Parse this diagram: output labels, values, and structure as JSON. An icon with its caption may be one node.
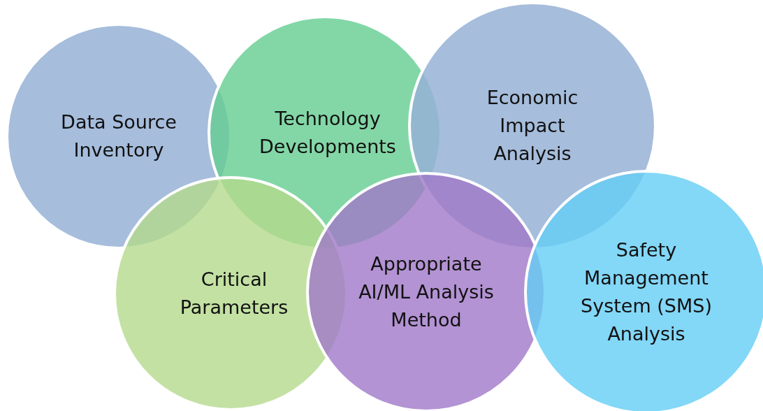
{
  "diagram": {
    "nodes": [
      {
        "text": [
          "Data Source Inventory"
        ]
      },
      {
        "text": [
          "Technology Developments"
        ]
      },
      {
        "text": [
          "Economic Impact Analysis"
        ]
      },
      {
        "text": [
          "Critical Parameters"
        ]
      },
      {
        "text": [
          "Appropriate AI/ML Analysis Method"
        ]
      },
      {
        "text": [
          "Safety Management System (SMS) Analysis"
        ]
      }
    ]
  }
}
